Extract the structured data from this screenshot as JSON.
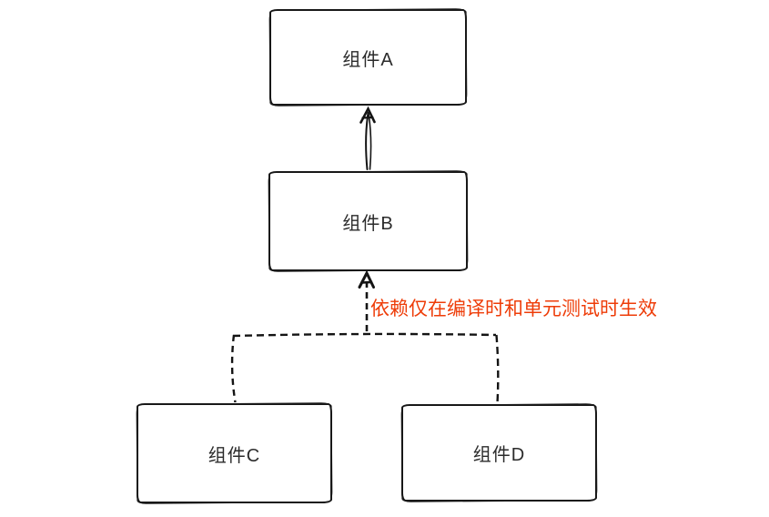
{
  "diagram": {
    "background_color": "#ffffff",
    "stroke_color": "#181818",
    "nodes": {
      "a": {
        "label": "组件A"
      },
      "b": {
        "label": "组件B"
      },
      "c": {
        "label": "组件C"
      },
      "d": {
        "label": "组件D"
      }
    },
    "edges": [
      {
        "from": "组件B",
        "to": "组件A",
        "style": "solid",
        "arrow": "up"
      },
      {
        "from": "组件C",
        "to": "组件B",
        "style": "dashed",
        "arrow": "up"
      },
      {
        "from": "组件D",
        "to": "组件B",
        "style": "dashed",
        "arrow": "up"
      }
    ],
    "annotation": {
      "text": "依赖仅在编译时和单元测试时生效",
      "color": "#ee3c08"
    }
  }
}
